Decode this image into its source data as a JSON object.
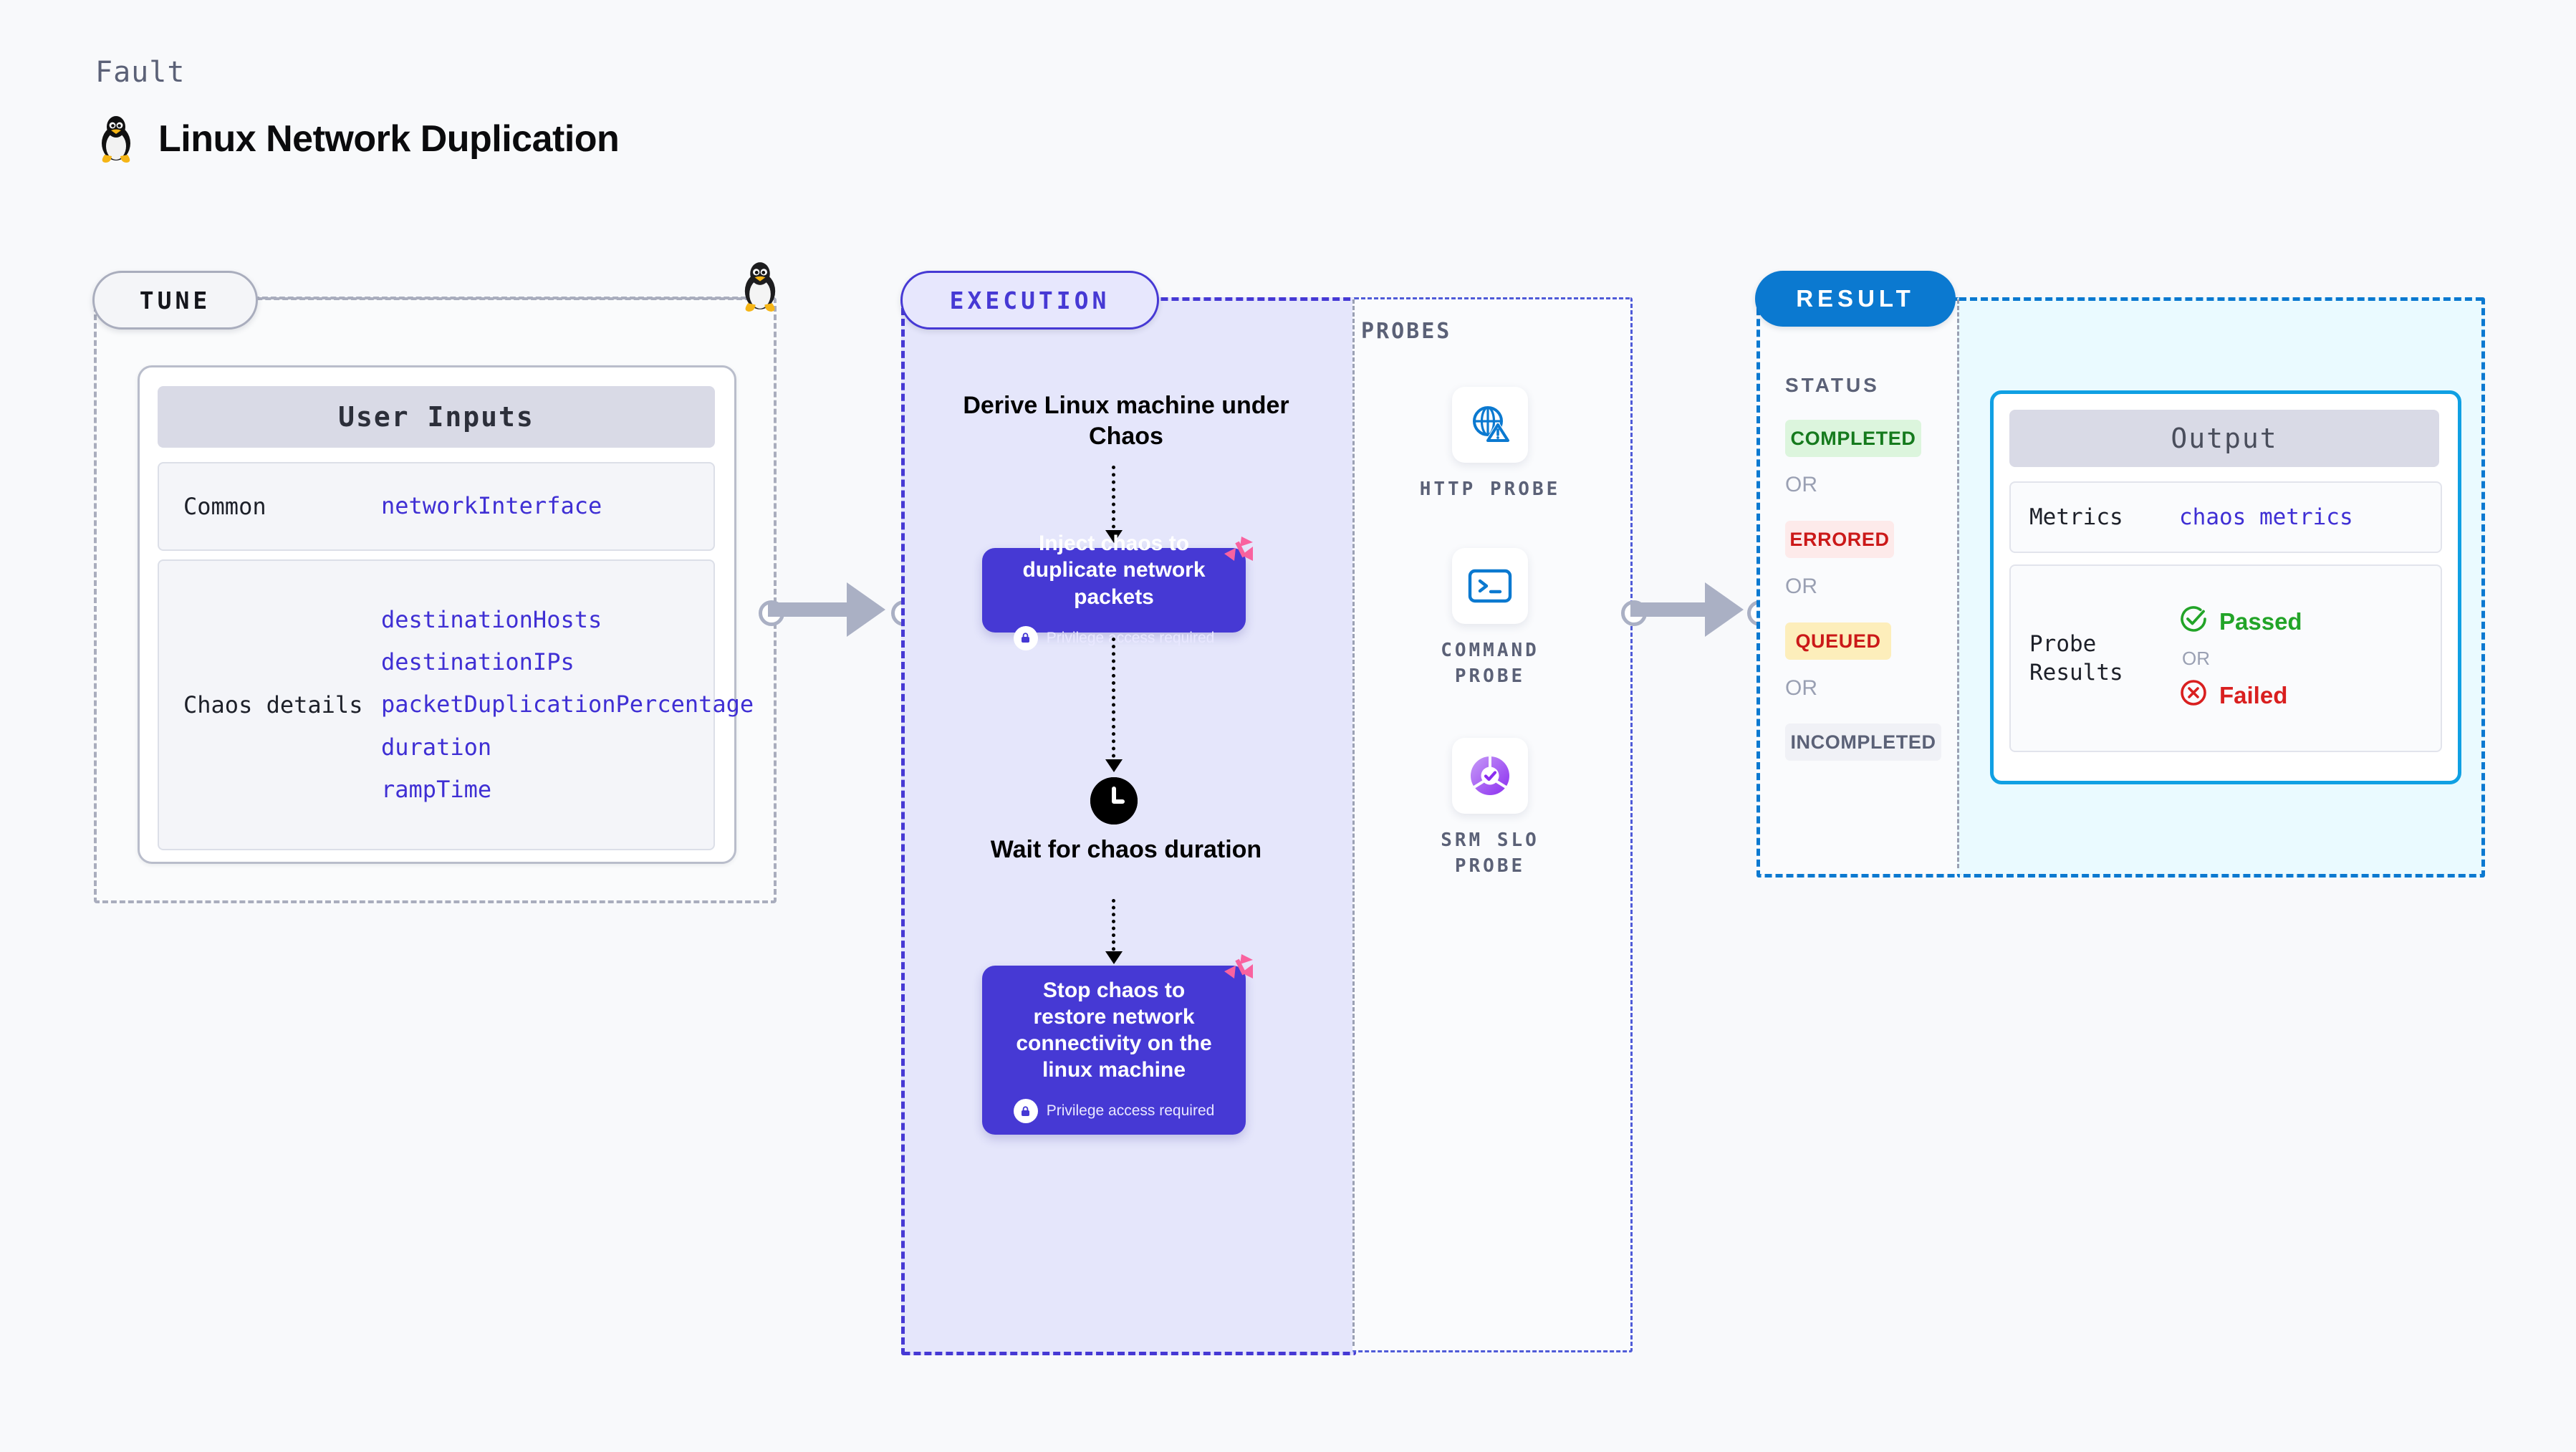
{
  "header": {
    "eyebrow": "Fault",
    "title": "Linux Network Duplication",
    "icon": "linux-tux-icon"
  },
  "tune": {
    "pill_label": "TUNE",
    "card_header": "User Inputs",
    "rows": [
      {
        "key": "Common",
        "values": [
          "networkInterface"
        ]
      },
      {
        "key": "Chaos details",
        "values": [
          "destinationHosts",
          "destinationIPs",
          "packetDuplicationPercentage",
          "duration",
          "rampTime"
        ]
      }
    ]
  },
  "execution": {
    "pill_label": "EXECUTION",
    "steps": [
      {
        "type": "caption",
        "text": "Derive Linux machine under Chaos"
      },
      {
        "type": "action",
        "title": "Inject chaos to duplicate network packets",
        "note": "Privilege access required",
        "badge": "chaos-corner-badge"
      },
      {
        "type": "caption",
        "text": "Wait for chaos duration",
        "icon": "clock-icon"
      },
      {
        "type": "action",
        "title": "Stop chaos to restore network connectivity on the linux machine",
        "note": "Privilege access required",
        "badge": "chaos-corner-badge"
      }
    ]
  },
  "probes": {
    "section_label": "PROBES",
    "items": [
      {
        "label": "HTTP PROBE",
        "icon": "globe-warning-icon"
      },
      {
        "label": "COMMAND PROBE",
        "icon": "terminal-icon"
      },
      {
        "label": "SRM SLO PROBE",
        "icon": "slo-donut-check-icon"
      }
    ]
  },
  "result": {
    "pill_label": "RESULT",
    "status_label": "STATUS",
    "or_label": "OR",
    "statuses": [
      {
        "label": "COMPLETED",
        "bg": "#dcf5dd",
        "fg": "#157a1d"
      },
      {
        "label": "ERRORED",
        "bg": "#fdeaea",
        "fg": "#cb1919"
      },
      {
        "label": "QUEUED",
        "bg": "#fdeebb",
        "fg": "#cb1919"
      },
      {
        "label": "INCOMPLETED",
        "bg": "#f0f1f6",
        "fg": "#5b6177"
      }
    ]
  },
  "output": {
    "card_header": "Output",
    "metrics_key": "Metrics",
    "metrics_value": "chaos metrics",
    "probe_key": "Probe Results",
    "passed_label": "Passed",
    "failed_label": "Failed",
    "or_label": "OR"
  },
  "colors": {
    "execution_accent": "#4639d4",
    "result_accent": "#0b79d0",
    "output_accent": "#10a0e3",
    "value_text": "#3f2fd4",
    "muted": "#5b6177",
    "connector": "#aab0c4",
    "badge_pink": "#f9629f"
  }
}
